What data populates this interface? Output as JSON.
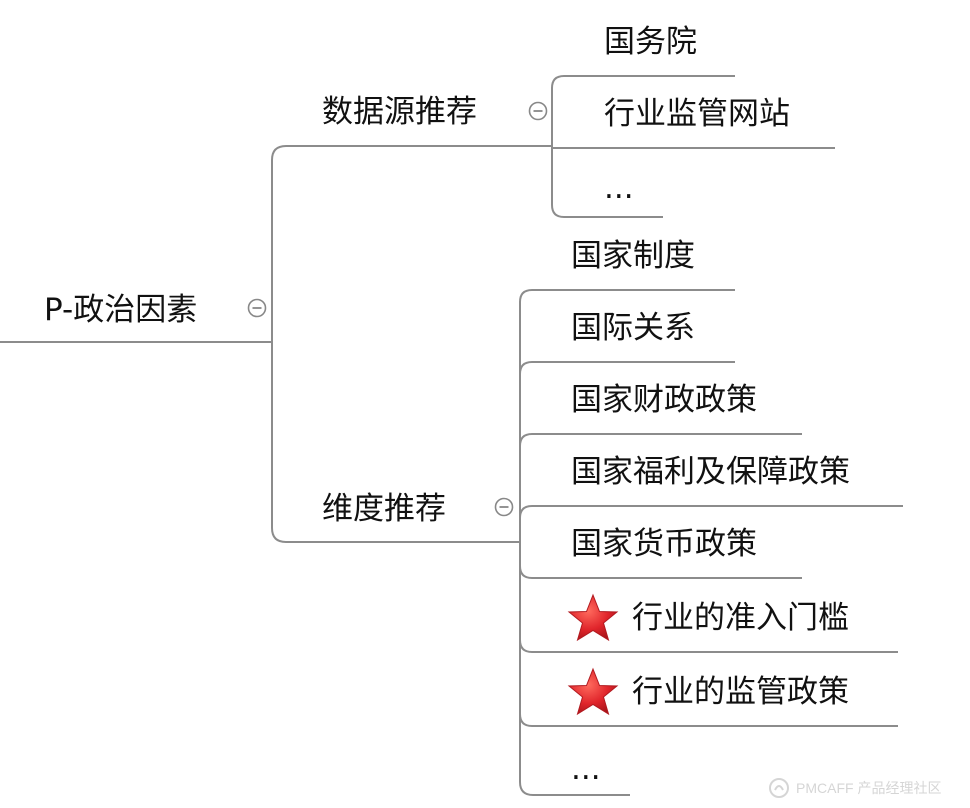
{
  "mindmap": {
    "root": {
      "label": "P-政治因素"
    },
    "branches": [
      {
        "label": "数据源推荐",
        "children": [
          "国务院",
          "行业监管网站",
          "..."
        ]
      },
      {
        "label": "维度推荐",
        "children": [
          "国家制度",
          "国际关系",
          "国家财政政策",
          "国家福利及保障政策",
          "国家货币政策",
          "行业的准入门槛",
          "行业的监管政策",
          "..."
        ],
        "starred_children": [
          "行业的准入门槛",
          "行业的监管政策"
        ]
      }
    ]
  },
  "style": {
    "line_color": "#8c8c8c",
    "star_color": "#e0252b",
    "toggle_color": "#888888"
  },
  "watermark": {
    "text": "PMCAFF 产品经理社区"
  }
}
